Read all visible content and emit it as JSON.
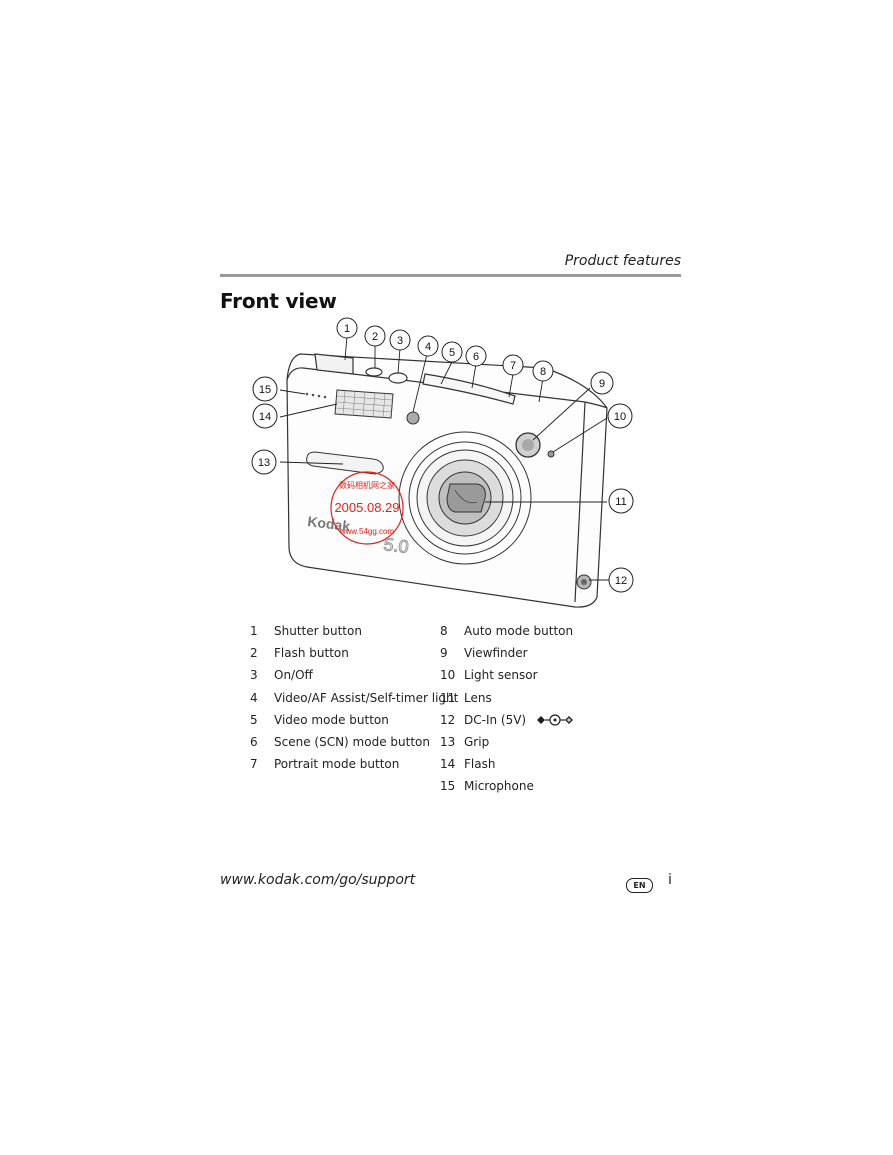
{
  "header": {
    "title": "Product features"
  },
  "section": {
    "title": "Front view"
  },
  "figure": {
    "brand_text": "Kodak",
    "megapixel_text": "5.0",
    "stamp": {
      "line1": "数码相机网之家",
      "date": "2005.08.29",
      "url": "www.54gg.com"
    },
    "callouts": [
      "1",
      "2",
      "3",
      "4",
      "5",
      "6",
      "7",
      "8",
      "9",
      "10",
      "11",
      "12",
      "13",
      "14",
      "15"
    ]
  },
  "legend": {
    "left": [
      {
        "num": "1",
        "label": "Shutter button"
      },
      {
        "num": "2",
        "label": "Flash button"
      },
      {
        "num": "3",
        "label": "On/Off"
      },
      {
        "num": "4",
        "label": "Video/AF Assist/Self-timer light"
      },
      {
        "num": "5",
        "label": "Video mode button"
      },
      {
        "num": "6",
        "label": "Scene (SCN) mode button"
      },
      {
        "num": "7",
        "label": "Portrait mode button"
      }
    ],
    "right": [
      {
        "num": "8",
        "label": "Auto mode button"
      },
      {
        "num": "9",
        "label": "Viewfinder"
      },
      {
        "num": "10",
        "label": "Light sensor"
      },
      {
        "num": "11",
        "label": "Lens"
      },
      {
        "num": "12",
        "label": "DC-In (5V)"
      },
      {
        "num": "13",
        "label": "Grip"
      },
      {
        "num": "14",
        "label": "Flash"
      },
      {
        "num": "15",
        "label": "Microphone"
      }
    ]
  },
  "footer": {
    "url": "www.kodak.com/go/support",
    "lang": "EN",
    "page": "i"
  },
  "colors": {
    "rule": "#9a9a9a",
    "stamp": "#e2231a",
    "text": "#222222"
  }
}
